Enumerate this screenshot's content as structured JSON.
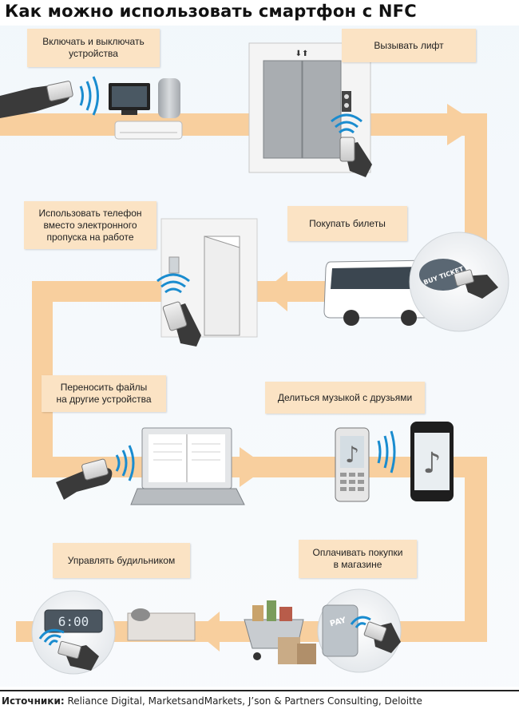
{
  "title": "Как можно использовать смартфон с NFC",
  "steps": [
    {
      "label": "Включать и выключать\nустройства"
    },
    {
      "label": "Вызывать лифт"
    },
    {
      "label": "Покупать билеты"
    },
    {
      "label": "Использовать телефон\nвместо электронного\nпропуска на работе"
    },
    {
      "label": "Переносить файлы\nна другие устройства"
    },
    {
      "label": "Делиться музыкой с друзьями"
    },
    {
      "label": "Оплачивать покупки\nв магазине"
    },
    {
      "label": "Управлять будильником"
    }
  ],
  "elevator_arrows": "⬇⬆",
  "ticket_text": "BUY TICKET",
  "pay_text": "PAY",
  "clock_time": "6:00",
  "music_icon": "♪",
  "footer": {
    "label": "Источники:",
    "sources": "Reliance Digital, MarketsandMarkets, J’son & Partners Consulting, Deloitte"
  },
  "colors": {
    "path": "#f8cf9e",
    "callout": "#fbe3c4",
    "nfc_wave": "#1a8ccf",
    "hand": "#3a3a3a"
  }
}
